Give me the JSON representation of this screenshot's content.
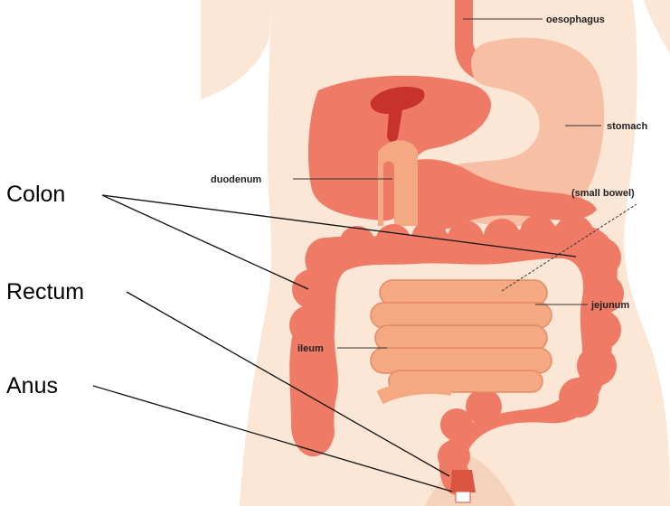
{
  "diagram": {
    "colors": {
      "background": "#ffffff",
      "skin": "#fce6d6",
      "skin_shadow": "#f5d2bb",
      "organ": "#ef7a65",
      "organ_dark": "#d9553f",
      "organ_deep": "#c8322c",
      "stomach": "#f7c0a4",
      "small_bowel": "#f4a982",
      "small_bowel_edge": "#e48a63",
      "leader_line": "#111111"
    },
    "labels": {
      "colon": "Colon",
      "rectum": "Rectum",
      "anus": "Anus",
      "oesophagus": "oesophagus",
      "stomach": "stomach",
      "duodenum": "duodenum",
      "small_bowel": "(small bowel)",
      "jejunum": "jejunum",
      "ileum": "ileum"
    }
  }
}
